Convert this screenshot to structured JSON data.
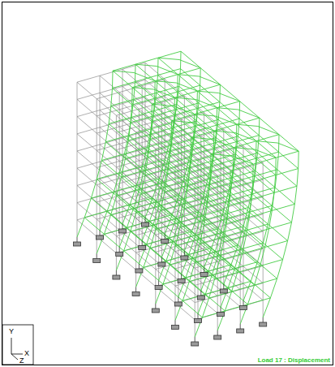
{
  "diagram": {
    "labels": [
      "Load 17 : Displacement",
      "Y",
      "X",
      "Z"
    ]
  }
}
